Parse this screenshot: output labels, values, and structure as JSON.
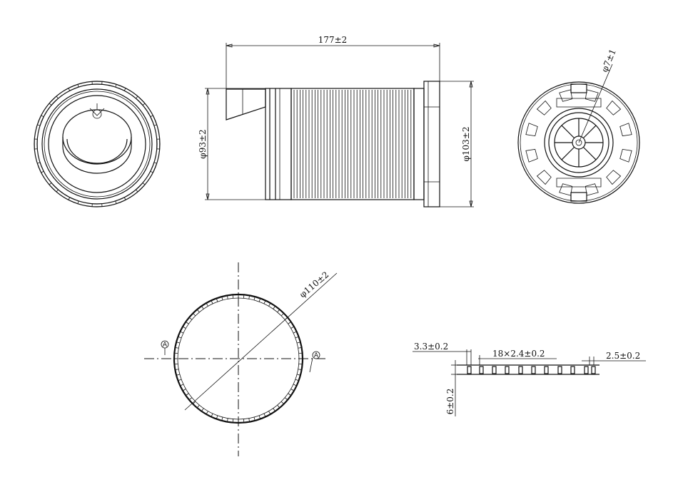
{
  "dimensions": {
    "length": "177±2",
    "inner_diameter": "φ93±2",
    "outer_diameter": "φ103±2",
    "hole_diameter": "φ7±1",
    "pleat_circle_diameter": "φ110±2",
    "pleat_thickness": "3.3±0.2",
    "pleat_pitch": "18×2.4±0.2",
    "pleat_end_gap": "2.5±0.2",
    "pleat_height": "6±0.2"
  },
  "markers": {
    "point_a": "A",
    "point_b": "A"
  },
  "colors": {
    "line": "#111111",
    "background": "#ffffff"
  }
}
